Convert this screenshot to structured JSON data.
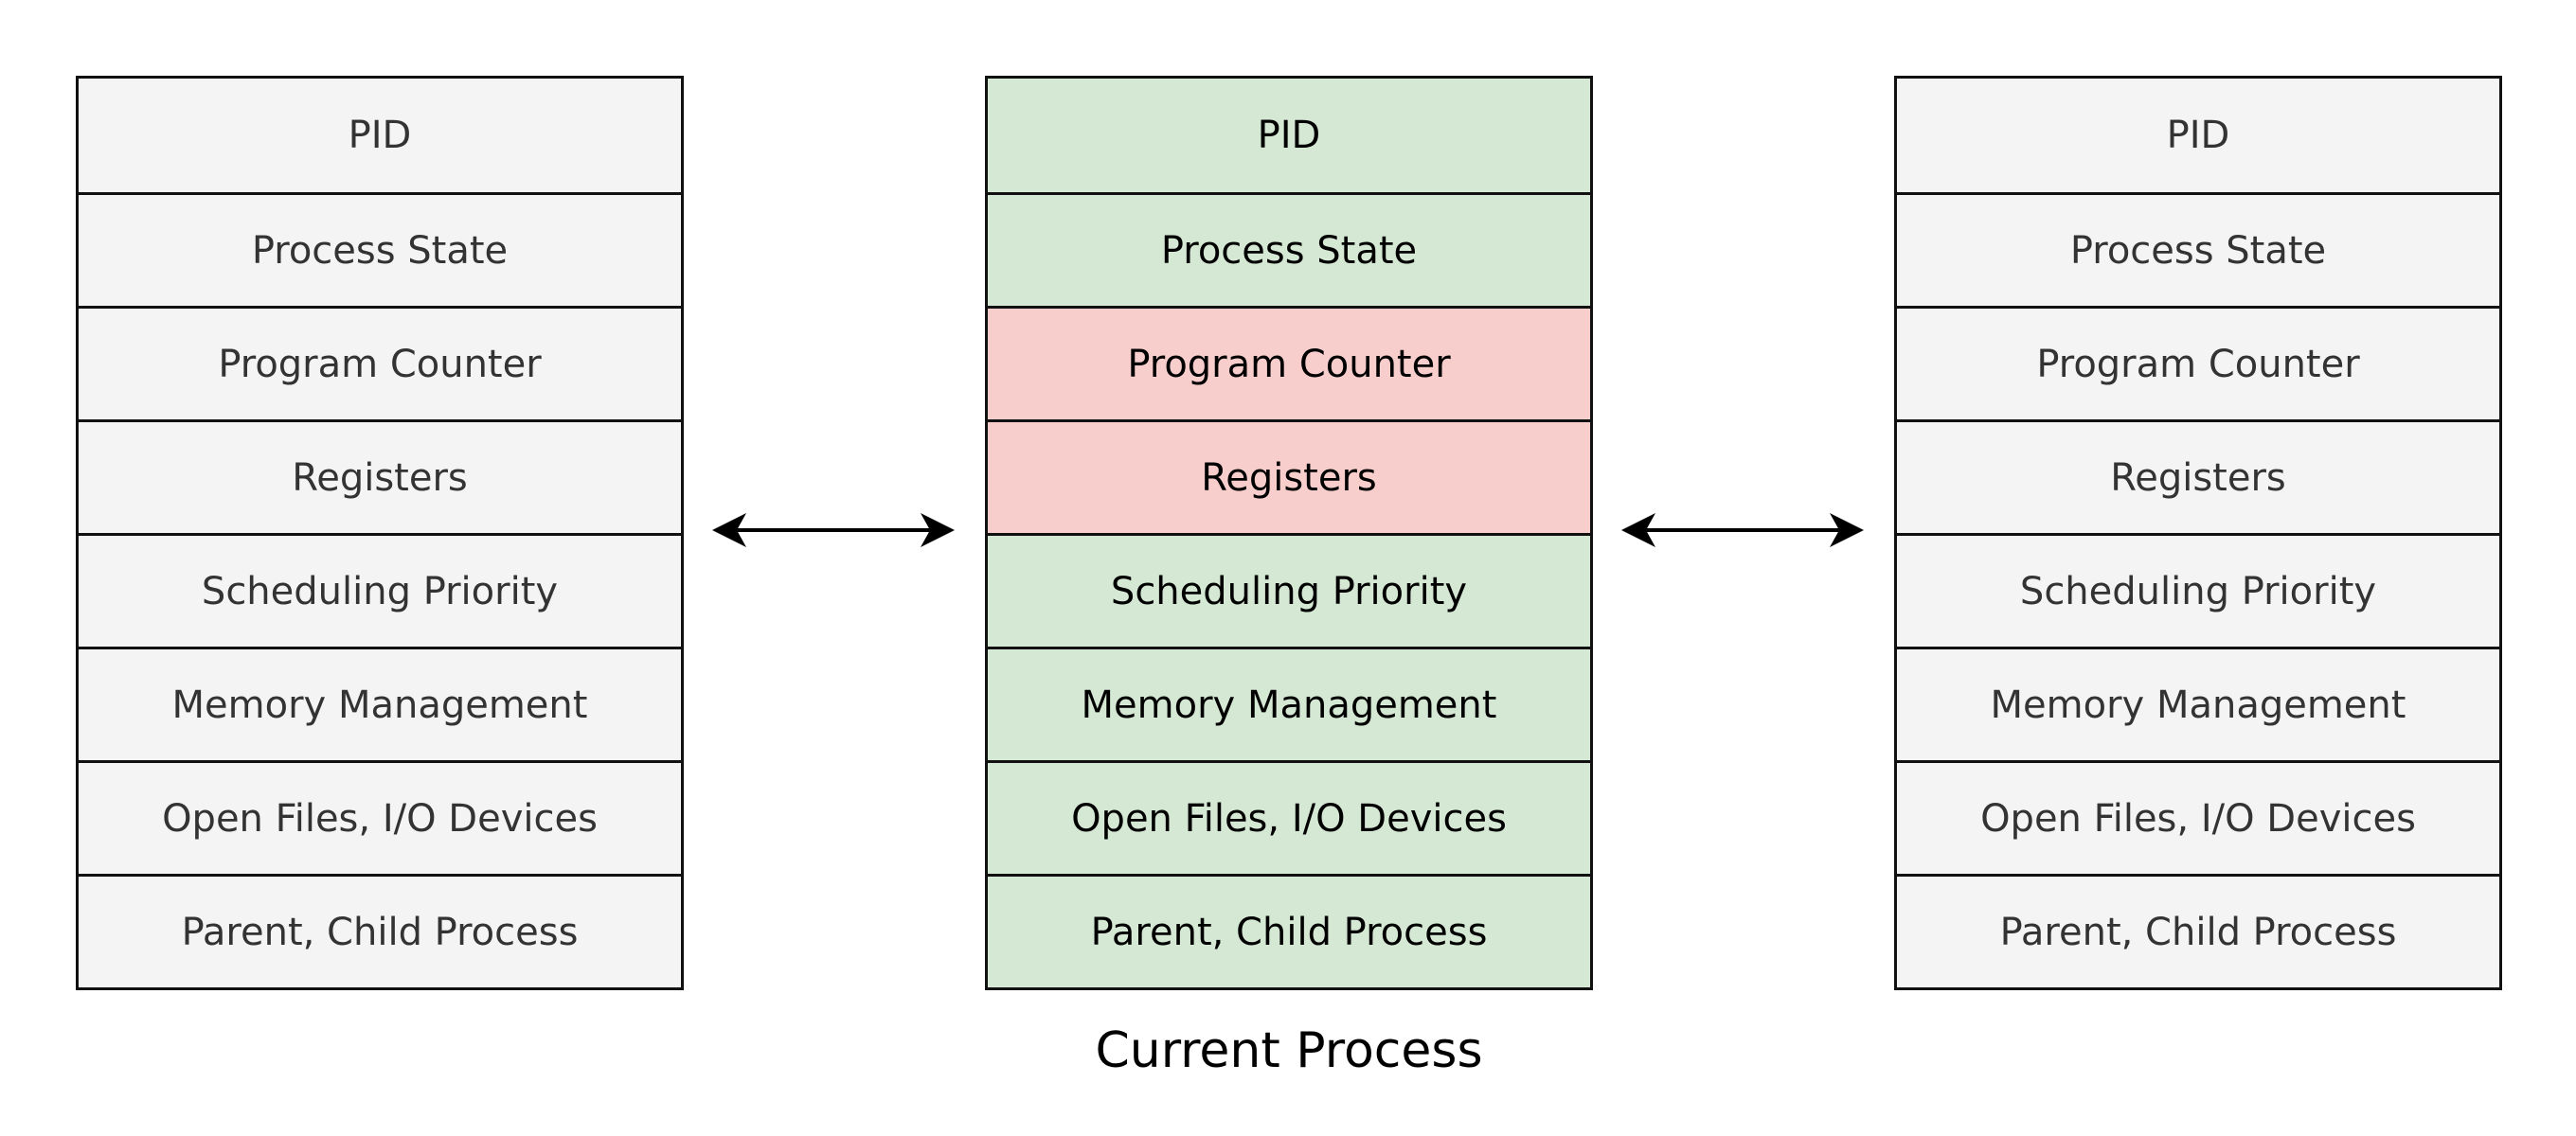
{
  "diagram": {
    "caption": "Current Process",
    "colors": {
      "inactive_fill": "#f4f4f4",
      "saved_fill": "#d5e8d4",
      "changed_fill": "#f8cecc",
      "border": "#111111"
    },
    "pcbs": [
      {
        "id": "left",
        "fields": [
          {
            "label": "PID",
            "state": "inactive"
          },
          {
            "label": "Process State",
            "state": "inactive"
          },
          {
            "label": "Program Counter",
            "state": "inactive"
          },
          {
            "label": "Registers",
            "state": "inactive"
          },
          {
            "label": "Scheduling Priority",
            "state": "inactive"
          },
          {
            "label": "Memory Management",
            "state": "inactive"
          },
          {
            "label": "Open Files, I/O Devices",
            "state": "inactive"
          },
          {
            "label": "Parent, Child Process",
            "state": "inactive"
          }
        ]
      },
      {
        "id": "center",
        "fields": [
          {
            "label": "PID",
            "state": "saved"
          },
          {
            "label": "Process State",
            "state": "saved"
          },
          {
            "label": "Program Counter",
            "state": "changed"
          },
          {
            "label": "Registers",
            "state": "changed"
          },
          {
            "label": "Scheduling Priority",
            "state": "saved"
          },
          {
            "label": "Memory Management",
            "state": "saved"
          },
          {
            "label": "Open Files, I/O Devices",
            "state": "saved"
          },
          {
            "label": "Parent, Child Process",
            "state": "saved"
          }
        ]
      },
      {
        "id": "right",
        "fields": [
          {
            "label": "PID",
            "state": "inactive"
          },
          {
            "label": "Process State",
            "state": "inactive"
          },
          {
            "label": "Program Counter",
            "state": "inactive"
          },
          {
            "label": "Registers",
            "state": "inactive"
          },
          {
            "label": "Scheduling Priority",
            "state": "inactive"
          },
          {
            "label": "Memory Management",
            "state": "inactive"
          },
          {
            "label": "Open Files, I/O Devices",
            "state": "inactive"
          },
          {
            "label": "Parent, Child Process",
            "state": "inactive"
          }
        ]
      }
    ],
    "arrows": [
      {
        "name": "left-double-arrow",
        "direction": "bidirectional"
      },
      {
        "name": "right-double-arrow",
        "direction": "bidirectional"
      }
    ]
  }
}
